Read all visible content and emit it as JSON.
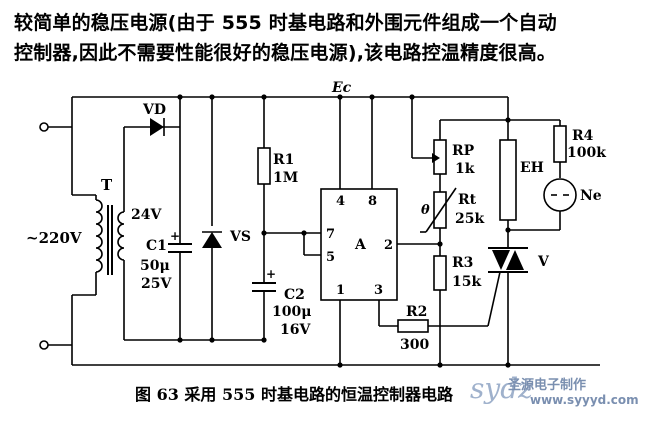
{
  "intro": {
    "line1": "较简单的稳压电源(由于 555 时基电路和外围元件组成一个自动",
    "line2": "控制器,因此不需要性能很好的稳压电源),该电路控温精度很高。"
  },
  "labels": {
    "vd": "VD",
    "ec": "Ec",
    "t": "T",
    "v24": "24V",
    "ac": "~220V",
    "c1": "C1",
    "c1_value1": "50μ",
    "c1_value2": "25V",
    "vs": "VS",
    "r1": "R1",
    "r1_value": "1M",
    "c2": "C2",
    "c2_value1": "100μ",
    "c2_value2": "16V",
    "pin4": "4",
    "pin8": "8",
    "pin7": "7",
    "pin5": "5",
    "pin_a": "A",
    "pin2": "2",
    "pin1": "1",
    "pin3": "3",
    "rp": "RP",
    "rp_value": "1k",
    "theta": "θ",
    "rt": "Rt",
    "rt_value": "25k",
    "r3": "R3",
    "r3_value": "15k",
    "r2": "R2",
    "r2_value": "300",
    "eh": "EH",
    "r4": "R4",
    "r4_value": "100k",
    "ne": "Ne",
    "v": "V"
  },
  "caption": "图 63   采用 555 时基电路的恒温控制器电路",
  "watermark": {
    "logo": "sydz",
    "text": "圣源电子制作",
    "url": "www.syyyd.com"
  }
}
